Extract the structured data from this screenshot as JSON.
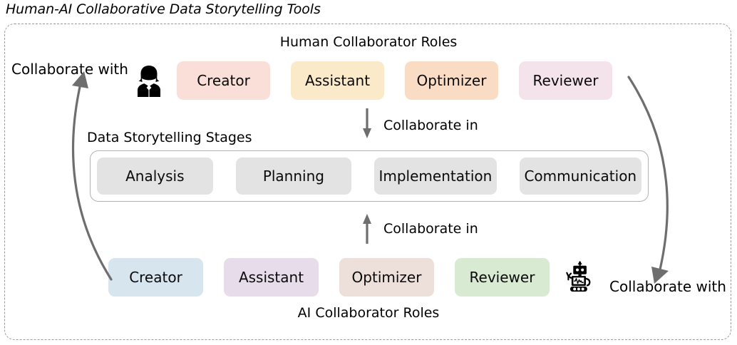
{
  "figure": {
    "title": "Human-AI Collaborative Data Storytelling Tools"
  },
  "human_section": {
    "title": "Human Collaborator Roles",
    "person_icon": "person-icon",
    "roles": [
      {
        "label": "Creator",
        "color": "#fadfd8"
      },
      {
        "label": "Assistant",
        "color": "#faeac9"
      },
      {
        "label": "Optimizer",
        "color": "#fadcc4"
      },
      {
        "label": "Reviewer",
        "color": "#f5e3ec"
      }
    ]
  },
  "stages_section": {
    "title": "Data Storytelling Stages",
    "stages": [
      {
        "label": "Analysis",
        "color": "#e3e3e3"
      },
      {
        "label": "Planning",
        "color": "#e3e3e3"
      },
      {
        "label": "Implementation",
        "color": "#e3e3e3"
      },
      {
        "label": "Communication",
        "color": "#e3e3e3"
      }
    ]
  },
  "ai_section": {
    "title": "AI Collaborator Roles",
    "robot_icon": "robot-icon",
    "roles": [
      {
        "label": "Creator",
        "color": "#d6e5ee"
      },
      {
        "label": "Assistant",
        "color": "#e7dcea"
      },
      {
        "label": "Optimizer",
        "color": "#eddfda"
      },
      {
        "label": "Reviewer",
        "color": "#d9ead3"
      }
    ]
  },
  "connectors": {
    "human_to_stages_label": "Collaborate in",
    "ai_to_stages_label": "Collaborate in",
    "left_arc_label": "Collaborate with",
    "right_arc_label": "Collaborate with",
    "arrow_color": "#6e6e6e",
    "arc_color": "#6e6e6e"
  },
  "frame": {
    "border_color": "#9a9a9a",
    "border_style": "dashed"
  }
}
